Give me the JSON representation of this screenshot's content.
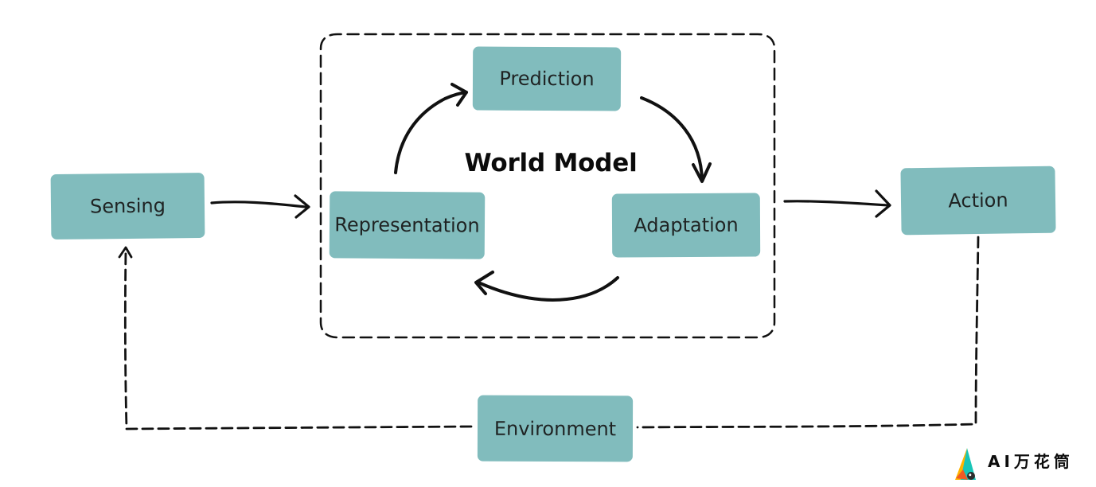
{
  "diagram": {
    "world_model_title": "World Model",
    "nodes": {
      "sensing": "Sensing",
      "prediction": "Prediction",
      "representation": "Representation",
      "adaptation": "Adaptation",
      "action": "Action",
      "environment": "Environment"
    }
  },
  "watermark": {
    "text": "AI万花筒"
  },
  "colors": {
    "node_fill": "#81bcbd",
    "stroke": "#111111"
  },
  "icons": {
    "logo_mark": "wedge-logo-icon"
  }
}
